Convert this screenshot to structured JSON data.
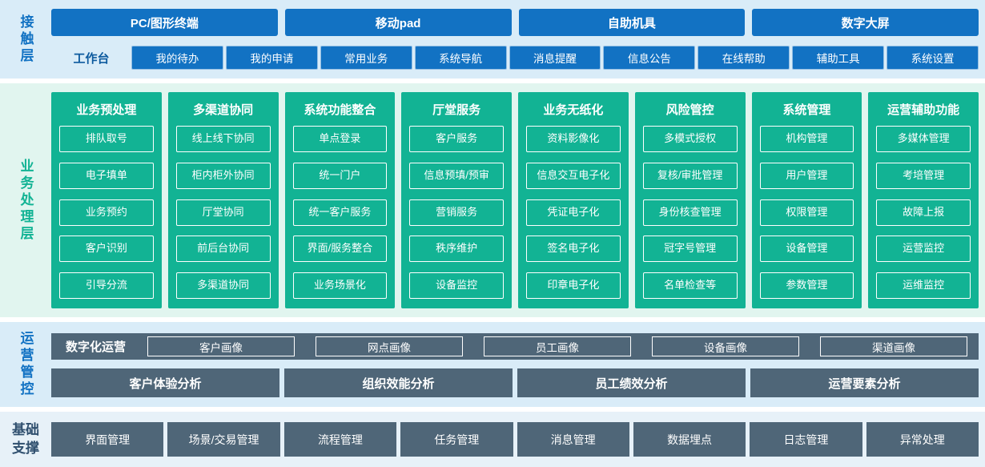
{
  "colors": {
    "blue": "#1272c3",
    "teal": "#12b394",
    "slate": "#4f6678",
    "band_blue": "#d9ecf8",
    "band_teal": "#e1f5ef",
    "band_foot": "#e7f1f8",
    "dark_label": "#2f4f6e"
  },
  "layers": {
    "contact": {
      "label": "接触层",
      "terminals": [
        "PC/图形终端",
        "移动pad",
        "自助机具",
        "数字大屏"
      ],
      "workbench_label": "工作台",
      "workbench_items": [
        "我的待办",
        "我的申请",
        "常用业务",
        "系统导航",
        "消息提醒",
        "信息公告",
        "在线帮助",
        "辅助工具",
        "系统设置"
      ]
    },
    "business": {
      "label": "业务处理层",
      "columns": [
        {
          "title": "业务预处理",
          "items": [
            "排队取号",
            "电子填单",
            "业务预约",
            "客户识别",
            "引导分流"
          ]
        },
        {
          "title": "多渠道协同",
          "items": [
            "线上线下协同",
            "柜内柜外协同",
            "厅堂协同",
            "前后台协同",
            "多渠道协同"
          ]
        },
        {
          "title": "系统功能整合",
          "items": [
            "单点登录",
            "统一门户",
            "统一客户服务",
            "界面/服务整合",
            "业务场景化"
          ]
        },
        {
          "title": "厅堂服务",
          "items": [
            "客户服务",
            "信息预填/预审",
            "营销服务",
            "秩序维护",
            "设备监控"
          ]
        },
        {
          "title": "业务无纸化",
          "items": [
            "资料影像化",
            "信息交互电子化",
            "凭证电子化",
            "签名电子化",
            "印章电子化"
          ]
        },
        {
          "title": "风险管控",
          "items": [
            "多模式授权",
            "复核/审批管理",
            "身份核查管理",
            "冠字号管理",
            "名单检查等"
          ]
        },
        {
          "title": "系统管理",
          "items": [
            "机构管理",
            "用户管理",
            "权限管理",
            "设备管理",
            "参数管理"
          ]
        },
        {
          "title": "运营辅助功能",
          "items": [
            "多媒体管理",
            "考培管理",
            "故障上报",
            "运营监控",
            "运维监控"
          ]
        }
      ]
    },
    "operations": {
      "label": "运营管控",
      "digital_label": "数字化运营",
      "profiles": [
        "客户画像",
        "网点画像",
        "员工画像",
        "设备画像",
        "渠道画像"
      ],
      "analyses": [
        "客户体验分析",
        "组织效能分析",
        "员工绩效分析",
        "运营要素分析"
      ]
    },
    "foundation": {
      "label": "基础支撑",
      "items": [
        "界面管理",
        "场景/交易管理",
        "流程管理",
        "任务管理",
        "消息管理",
        "数据埋点",
        "日志管理",
        "异常处理"
      ]
    }
  }
}
